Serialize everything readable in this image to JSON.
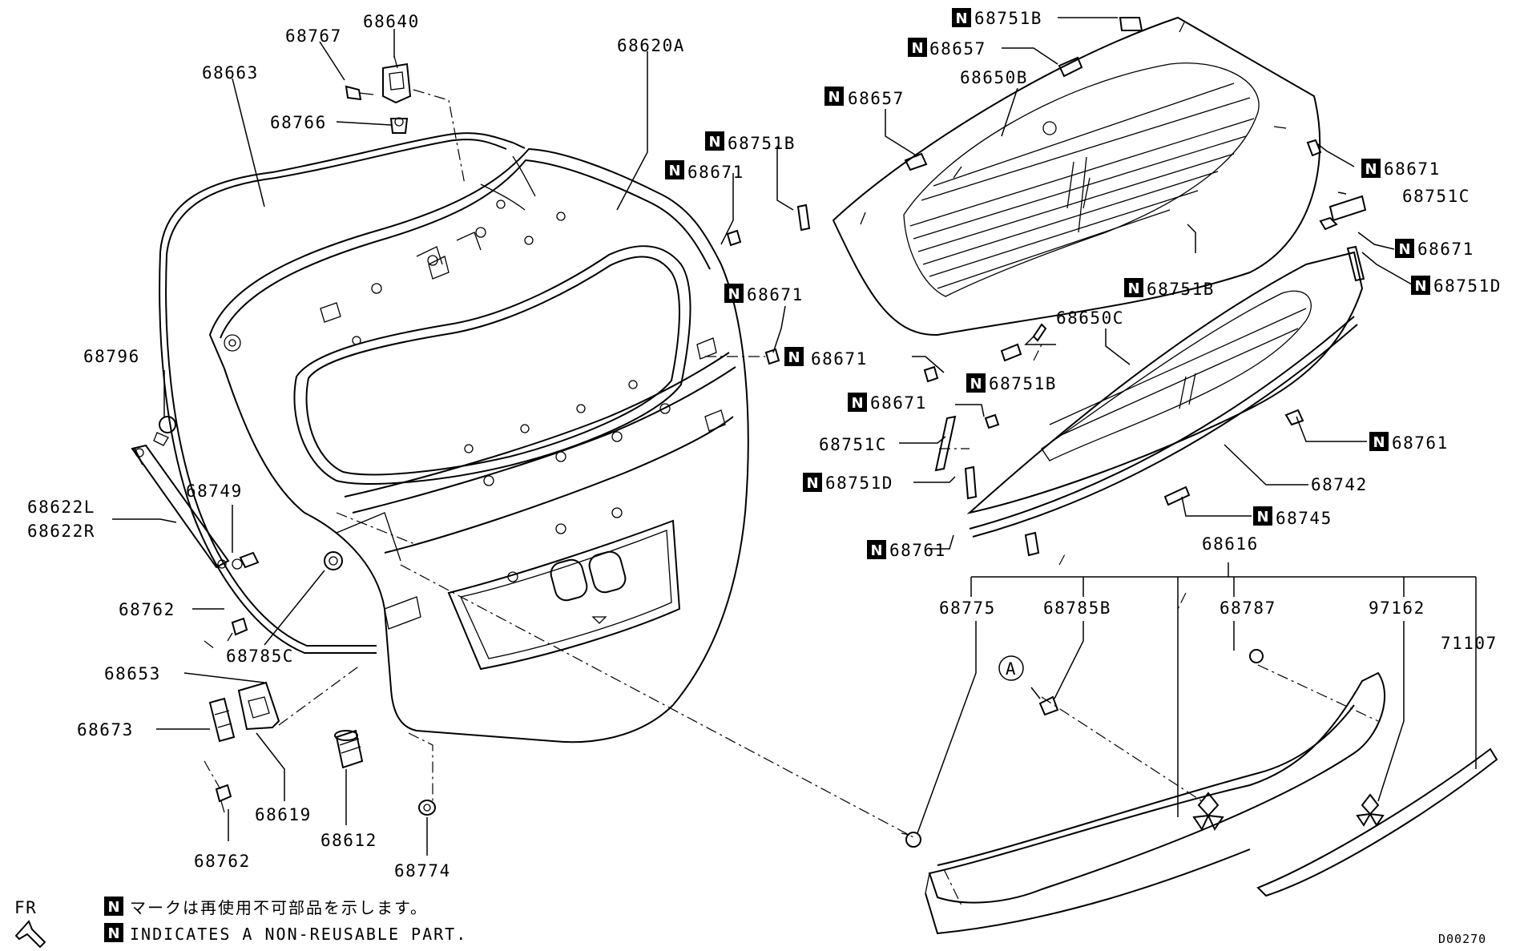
{
  "labels": {
    "p68767": "68767",
    "p68640": "68640",
    "p68663": "68663",
    "p68766": "68766",
    "p68620A": "68620A",
    "p68751B_top": "68751B",
    "p68657_a": "68657",
    "p68650B": "68650B",
    "p68657_b": "68657",
    "p68751B_b": "68751B",
    "p68671_a": "68671",
    "p68671_b": "68671",
    "p68671_c": "68671",
    "p68671_r1": "68671",
    "p68751C_r": "68751C",
    "p68671_r2": "68671",
    "p68751D_r": "68751D",
    "p68751B_c": "68751B",
    "p68650C": "68650C",
    "p68751B_d": "68751B",
    "p68671_d": "68671",
    "p68751C_l": "68751C",
    "p68751D_l": "68751D",
    "p68761_r": "68761",
    "p68742": "68742",
    "p68745": "68745",
    "p68761_l": "68761",
    "p68616": "68616",
    "p68775": "68775",
    "p68785B": "68785B",
    "p68787": "68787",
    "p97162": "97162",
    "p71107": "71107",
    "p68796": "68796",
    "p68749": "68749",
    "p68622L": "68622L",
    "p68622R": "68622R",
    "p68762_a": "68762",
    "p68785C": "68785C",
    "p68653": "68653",
    "p68673": "68673",
    "p68619": "68619",
    "p68762_b": "68762",
    "p68612": "68612",
    "p68774": "68774"
  },
  "marker_letter": "N",
  "callout_letter": "A",
  "legend": {
    "fr": "FR",
    "line1": "マークは再使用不可部品を示します。",
    "line2": "INDICATES A NON-REUSABLE PART."
  },
  "code": "D00270"
}
